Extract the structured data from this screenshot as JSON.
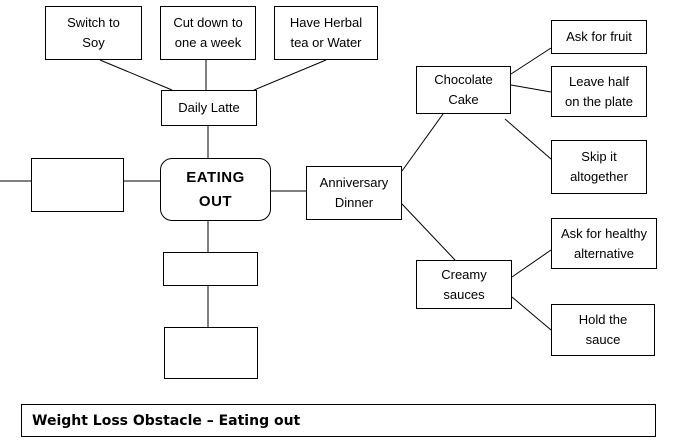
{
  "center": {
    "label": "EATING\nOUT"
  },
  "nodes": {
    "daily_latte": "Daily Latte",
    "switch_soy": "Switch to\nSoy",
    "cut_down": "Cut down to\none a week",
    "herbal_tea": "Have Herbal\ntea or Water",
    "anniversary": "Anniversary\nDinner",
    "chocolate_cake": "Chocolate\nCake",
    "ask_fruit": "Ask for fruit",
    "leave_half": "Leave half\non the plate",
    "skip_it": "Skip it\naltogether",
    "creamy_sauces": "Creamy\nsauces",
    "healthy_alt": "Ask for healthy\nalternative",
    "hold_sauce": "Hold the\nsauce",
    "left_empty": "",
    "bottom_empty_1": "",
    "bottom_empty_2": ""
  },
  "footer": {
    "title": "Weight Loss Obstacle – Eating out"
  }
}
